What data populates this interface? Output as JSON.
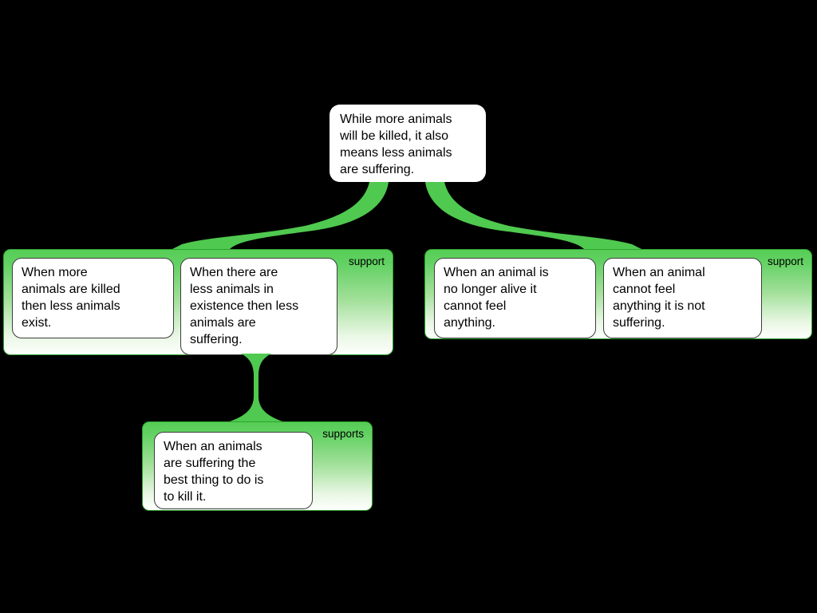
{
  "canvas": {
    "background_color": "#000000",
    "accent_green": "#4fc94f",
    "group_border_green": "#2fa32f",
    "claim_background": "#ffffff",
    "text_color": "#000000"
  },
  "map": {
    "root": {
      "text": "While more animals\nwill be killed, it also\nmeans less animals\nare suffering."
    },
    "groups": [
      {
        "label": "support",
        "claims": [
          {
            "text": "When more\nanimals are killed\nthen less animals\nexist."
          },
          {
            "text": "When there are\nless animals in\nexistence then less\nanimals are\nsuffering."
          }
        ]
      },
      {
        "label": "support",
        "claims": [
          {
            "text": "When an animal is\nno longer alive it\ncannot feel\nanything."
          },
          {
            "text": "When an animal\ncannot feel\nanything it is not\nsuffering."
          }
        ]
      },
      {
        "label": "supports",
        "claims": [
          {
            "text": "When an animals\nare suffering the\nbest thing to do is\nto kill it."
          }
        ]
      }
    ]
  }
}
